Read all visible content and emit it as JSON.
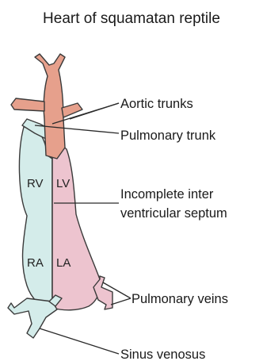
{
  "title": "Heart of squamatan reptile",
  "chambers": {
    "rv": "RV",
    "lv": "LV",
    "ra": "RA",
    "la": "LA"
  },
  "labels": {
    "aortic_trunks": "Aortic trunks",
    "pulmonary_trunk": "Pulmonary trunk",
    "septum_line1": "Incomplete inter",
    "septum_line2": "ventricular septum",
    "pulmonary_veins": "Pulmonary veins",
    "sinus_venosus": "Sinus venosus"
  },
  "colors": {
    "right_side": "#d4ecea",
    "left_side": "#edc4cf",
    "aortic": "#e6a08c",
    "outline": "#3a3a3a"
  }
}
